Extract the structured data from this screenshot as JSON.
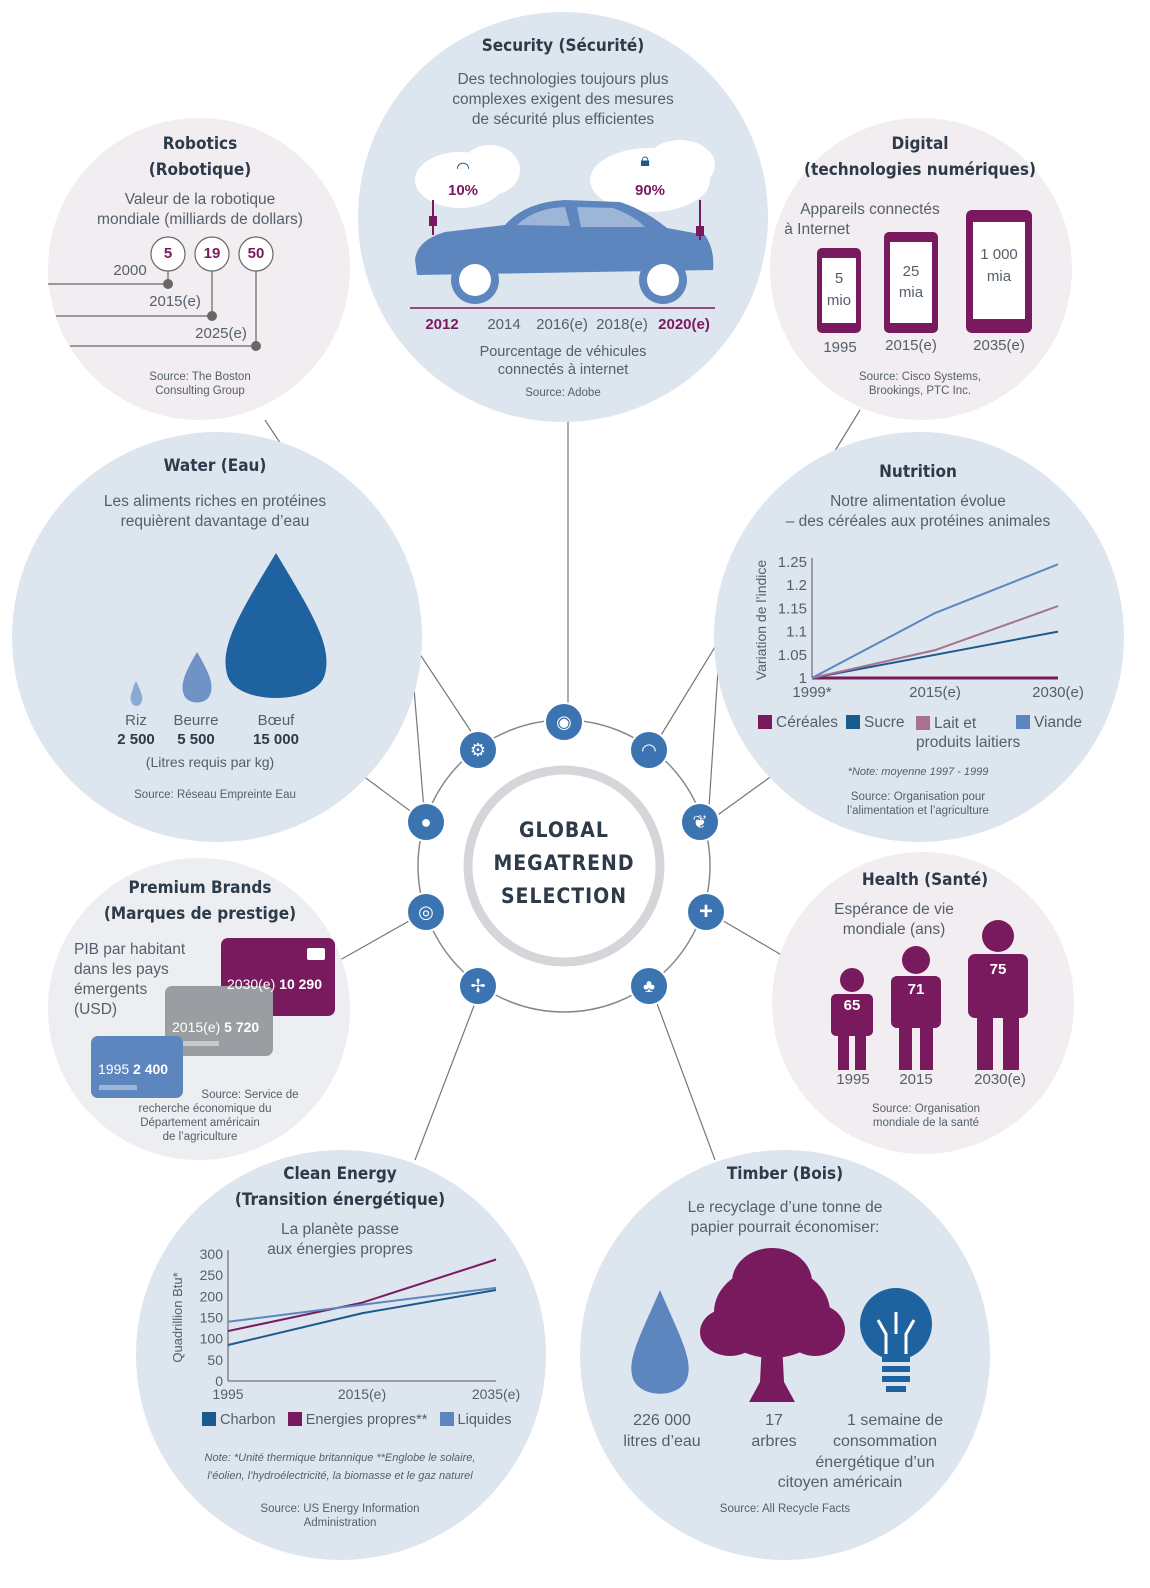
{
  "center": {
    "line1": "GLOBAL",
    "line2": "MEGATREND",
    "line3": "SELECTION"
  },
  "colors": {
    "purple": "#7a1a5e",
    "navy": "#1a5a8c",
    "mauve": "#a8728f",
    "steel": "#5c86bd",
    "bubble": "#dde5ef"
  },
  "security": {
    "title": "Security (Sécurité)",
    "sub1": "Des technologies toujours plus",
    "sub2": "complexes exigent des mesures",
    "sub3": "de sécurité plus efficientes",
    "pct_left": "10%",
    "pct_right": "90%",
    "years": [
      "2012",
      "2014",
      "2016(e)",
      "2018(e)",
      "2020(e)"
    ],
    "caption1": "Pourcentage de véhicules",
    "caption2": "connectés à internet",
    "source": "Source: Adobe"
  },
  "robotics": {
    "title1": "Robotics",
    "title2": "(Robotique)",
    "sub1": "Valeur de la robotique",
    "sub2": "mondiale (milliards de dollars)",
    "values": [
      "5",
      "19",
      "50"
    ],
    "years": [
      "2000",
      "2015(e)",
      "2025(e)"
    ],
    "source1": "Source: The Boston",
    "source2": "Consulting Group"
  },
  "digital": {
    "title1": "Digital",
    "title2": "(technologies numériques)",
    "sub1": "Appareils connectés",
    "sub2": "à Internet",
    "phones": [
      {
        "v1": "5",
        "v2": "mio",
        "year": "1995"
      },
      {
        "v1": "25",
        "v2": "mia",
        "year": "2015(e)"
      },
      {
        "v1": "1 000",
        "v2": "mia",
        "year": "2035(e)"
      }
    ],
    "source1": "Source: Cisco Systems,",
    "source2": "Brookings, PTC Inc."
  },
  "water": {
    "title": "Water (Eau)",
    "sub1": "Les aliments riches en protéines",
    "sub2": "requièrent davantage d’eau",
    "items": [
      {
        "label": "Riz",
        "value": "2 500"
      },
      {
        "label": "Beurre",
        "value": "5 500"
      },
      {
        "label": "Bœuf",
        "value": "15 000"
      }
    ],
    "unit": "(Litres requis par kg)",
    "source": "Source: Réseau Empreinte Eau"
  },
  "nutrition": {
    "title": "Nutrition",
    "sub1": "Notre alimentation évolue",
    "sub2": "– des céréales aux protéines animales",
    "note": "*Note: moyenne 1997 - 1999",
    "source1": "Source: Organisation pour",
    "source2": "l’alimentation et l’agriculture"
  },
  "premium": {
    "title1": "Premium Brands",
    "title2": "(Marques de prestige)",
    "sub1": "PIB par habitant",
    "sub2": "dans les pays",
    "sub3": "émergents",
    "sub4": "(USD)",
    "cards": [
      {
        "year": "1995",
        "value": "2 400"
      },
      {
        "year": "2015(e)",
        "value": "5 720"
      },
      {
        "year": "2030(e)",
        "value": "10 290"
      }
    ],
    "source1": "Source: Service de",
    "source2": "recherche économique du",
    "source3": "Département américain",
    "source4": "de l’agriculture"
  },
  "health": {
    "title": "Health (Santé)",
    "sub1": "Espérance de vie",
    "sub2": "mondiale (ans)",
    "people": [
      {
        "value": "65",
        "year": "1995"
      },
      {
        "value": "71",
        "year": "2015"
      },
      {
        "value": "75",
        "year": "2030(e)"
      }
    ],
    "source1": "Source: Organisation",
    "source2": "mondiale de la santé"
  },
  "clean": {
    "title1": "Clean Energy",
    "title2": "(Transition énergétique)",
    "sub1": "La planète passe",
    "sub2": "aux énergies propres",
    "note1": "Note: *Unité thermique britannique **Englobe le solaire,",
    "note2": "l’éolien, l’hydroélectricité, la biomasse et le gaz naturel",
    "source1": "Source: US Energy Information",
    "source2": "Administration"
  },
  "timber": {
    "title": "Timber (Bois)",
    "sub1": "Le recyclage d’une tonne de",
    "sub2": "papier pourrait économiser:",
    "water1": "226 000",
    "water2": "litres d’eau",
    "trees1": "17",
    "trees2": "arbres",
    "energy1": "1 semaine de",
    "energy2": "consommation",
    "energy3": "énergétique d’un",
    "energy4": "citoyen américain",
    "source": "Source: All Recycle Facts"
  },
  "chart_data": [
    {
      "type": "line",
      "chart": "nutrition",
      "x": [
        "1999*",
        "2015(e)",
        "2030(e)"
      ],
      "ylabel": "Variation de l’indice",
      "yticks": [
        "1",
        "1.05",
        "1.1",
        "1.15",
        "1.2",
        "1.25"
      ],
      "ylim": [
        1,
        1.25
      ],
      "legend": "bottom",
      "series": [
        {
          "name": "Céréales",
          "values": [
            1.0,
            1.0,
            1.0
          ],
          "color": "#7a1a5e"
        },
        {
          "name": "Sucre",
          "values": [
            1.0,
            1.05,
            1.1
          ],
          "color": "#1a5a8c"
        },
        {
          "name": "Lait et produits laitiers",
          "values": [
            1.0,
            1.06,
            1.155
          ],
          "color": "#a8728f"
        },
        {
          "name": "Viande",
          "values": [
            1.0,
            1.14,
            1.245
          ],
          "color": "#5c86bd"
        }
      ]
    },
    {
      "type": "line",
      "chart": "clean_energy",
      "x": [
        "1995",
        "2015(e)",
        "2035(e)"
      ],
      "ylabel": "Quadrillion Btu*",
      "yticks": [
        "0",
        "50",
        "100",
        "150",
        "200",
        "250",
        "300"
      ],
      "ylim": [
        0,
        300
      ],
      "legend": "bottom",
      "series": [
        {
          "name": "Charbon",
          "values": [
            85,
            160,
            215
          ],
          "color": "#1a5a8c"
        },
        {
          "name": "Energies propres**",
          "values": [
            118,
            185,
            287
          ],
          "color": "#7a1a5e"
        },
        {
          "name": "Liquides",
          "values": [
            140,
            180,
            220
          ],
          "color": "#5c86bd"
        }
      ]
    }
  ]
}
